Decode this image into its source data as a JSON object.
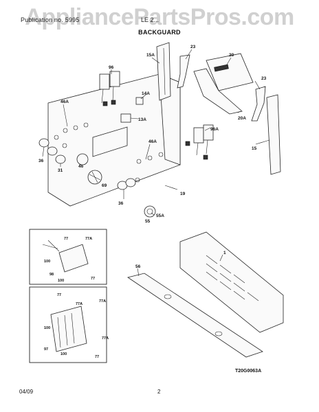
{
  "header": {
    "left_text": "Publication no. 5995",
    "right_text": "LE 2...",
    "watermark": "AppliancePartsPros.com",
    "section_title": "BACKGUARD"
  },
  "footer": {
    "date": "04/09",
    "page": "2",
    "drawing_code": "T20G0063A"
  },
  "part_labels": {
    "p15A": "15A",
    "p23a": "23",
    "p20": "20",
    "p96": "96",
    "p14A": "14A",
    "p13A": "13A",
    "p46Aa": "46A",
    "p23b": "23",
    "p20A": "20A",
    "p96A": "96A",
    "p15": "15",
    "p46Ab": "46A",
    "p36a": "36",
    "p31": "31",
    "p46": "46",
    "p69": "69",
    "p19": "19",
    "p36b": "36",
    "p55A": "55A",
    "p55": "55",
    "p1": "1",
    "p56": "56",
    "i1_77a": "77",
    "i1_77A": "77A",
    "i1_100a": "100",
    "i1_98": "98",
    "i1_100b": "100",
    "i1_77b": "77",
    "i2_77a": "77",
    "i2_77Aa": "77A",
    "i2_77Ab": "77A",
    "i2_100a": "100",
    "i2_97": "97",
    "i2_100b": "100",
    "i2_77Ac": "77A",
    "i2_77b": "77"
  }
}
